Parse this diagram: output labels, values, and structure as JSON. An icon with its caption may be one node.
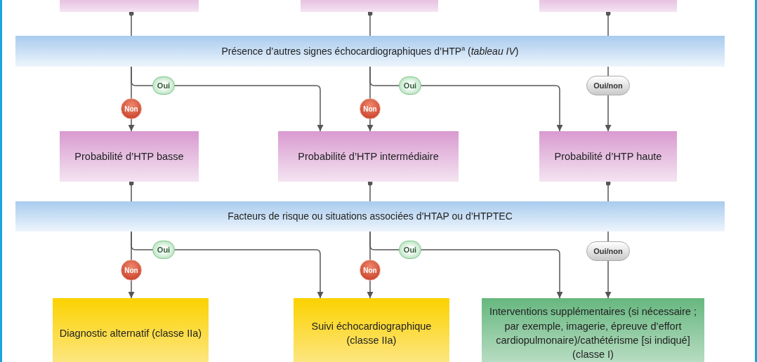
{
  "diagram": {
    "nodes": [
      {
        "text": [],
        "shape": "box"
      },
      {
        "text": [],
        "shape": "box"
      },
      {
        "text": [],
        "shape": "box"
      },
      {
        "text": [
          "Présence d’autres signes échocardiographiques d’HTP$^{a}$ (*tableau IV*)"
        ]
      },
      {
        "text": [
          "Probabilité d’HTP basse"
        ]
      },
      {
        "text": [
          "Probabilité d’HTP intermédiaire"
        ]
      },
      {
        "text": [
          "Probabilité d’HTP haute"
        ]
      },
      {
        "text": [
          "Facteurs de risque ou situations associées d’HTAP ou d’HTPTEC"
        ]
      },
      {
        "text": [
          "Diagnostic alternatif (classe IIa)"
        ]
      },
      {
        "text": [
          "Suivi échocardiographique (classe IIa)"
        ]
      },
      {
        "text": [
          "Interventions supplémentaires (si nécessaire ; par exemple, imagerie, épreuve d’effort cardiopulmonaire)/cathétérisme [si indiqué] (classe I)"
        ]
      }
    ],
    "edges": [
      {
        "from": 0,
        "to": 3,
        "arrow": "other"
      },
      {
        "from": 1,
        "to": 3,
        "arrow": "other"
      },
      {
        "from": 2,
        "to": 3,
        "arrow": "other"
      },
      {
        "from": 3,
        "to": 4,
        "arrow": "to",
        "label": "Non"
      },
      {
        "from": 3,
        "to": 5,
        "arrow": "to",
        "label": "Oui"
      },
      {
        "from": 3,
        "to": 5,
        "arrow": "to",
        "label": "Non"
      },
      {
        "from": 3,
        "to": 6,
        "arrow": "to",
        "label": "Oui"
      },
      {
        "from": 3,
        "to": 6,
        "arrow": "to",
        "label": "Oui/non"
      },
      {
        "from": 4,
        "to": 7,
        "arrow": "other"
      },
      {
        "from": 5,
        "to": 7,
        "arrow": "other"
      },
      {
        "from": 6,
        "to": 7,
        "arrow": "other"
      },
      {
        "from": 7,
        "to": 8,
        "arrow": "to",
        "label": "Non"
      },
      {
        "from": 7,
        "to": 9,
        "arrow": "to",
        "label": "Oui"
      },
      {
        "from": 7,
        "to": 9,
        "arrow": "to",
        "label": "Non"
      },
      {
        "from": 7,
        "to": 10,
        "arrow": "to",
        "label": "Oui"
      },
      {
        "from": 7,
        "to": 10,
        "arrow": "to",
        "label": "Oui/non"
      }
    ]
  }
}
